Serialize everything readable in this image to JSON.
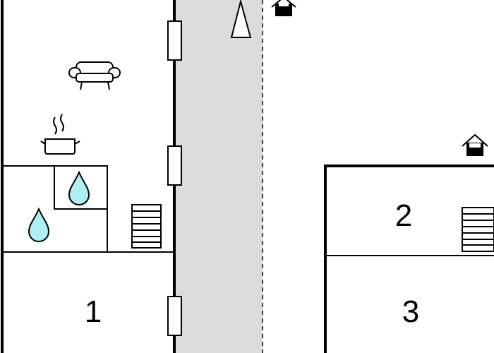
{
  "floorplan": {
    "rooms": [
      {
        "id": "room-1",
        "label": "1"
      },
      {
        "id": "room-2",
        "label": "2"
      },
      {
        "id": "room-3",
        "label": "3"
      }
    ],
    "icons": [
      "sofa-icon",
      "cooking-pot-icon",
      "water-drop-icon",
      "staircase-icon",
      "house-entrance-icon",
      "north-arrow-icon",
      "window-icon"
    ],
    "colors": {
      "walls": "#000000",
      "corridor": "#dcdcdc",
      "water": "#aef0f2"
    }
  }
}
